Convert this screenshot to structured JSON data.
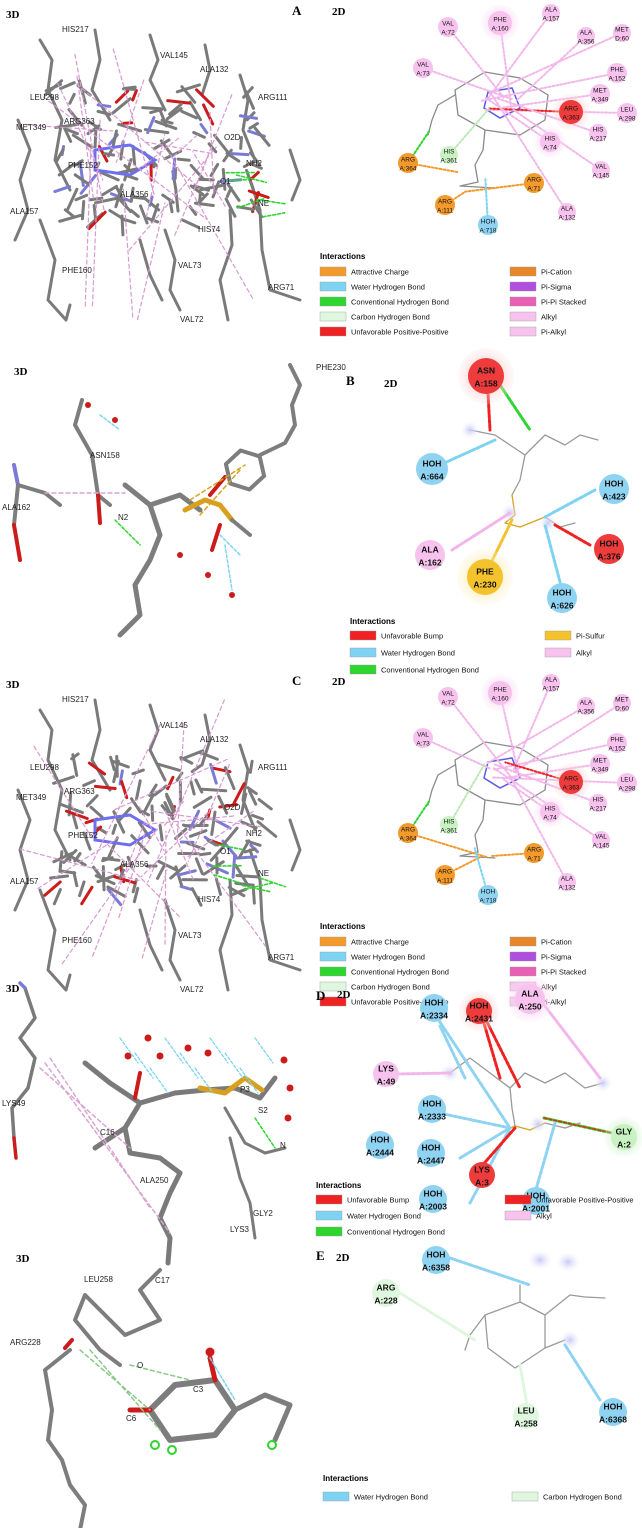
{
  "panels": {
    "A": {
      "letter": "A",
      "tag3d": "3D",
      "tag2d": "2D",
      "res3d": [
        "HIS217",
        "VAL145",
        "ALA132",
        "LEU298",
        "ARG363",
        "MET349",
        "ARG111",
        "PHE152",
        "O2D",
        "NH2",
        "ALA157",
        "ALA356",
        "HIS74",
        "PHE160",
        "VAL73",
        "VAL72",
        "ARG71",
        "NE",
        "O1"
      ],
      "res2d": [
        {
          "name": "VAL",
          "num": "A:72"
        },
        {
          "name": "PHE",
          "num": "A:160"
        },
        {
          "name": "ALA",
          "num": "A:157"
        },
        {
          "name": "ALA",
          "num": "A:356"
        },
        {
          "name": "MET",
          "num": "D:60"
        },
        {
          "name": "VAL",
          "num": "A:73"
        },
        {
          "name": "PHE",
          "num": "A:152"
        },
        {
          "name": "MET",
          "num": "A:349"
        },
        {
          "name": "LEU",
          "num": "A:298"
        },
        {
          "name": "ARG",
          "num": "A:363"
        },
        {
          "name": "HIS",
          "num": "A:74"
        },
        {
          "name": "HIS",
          "num": "A:217"
        },
        {
          "name": "VAL",
          "num": "A:145"
        },
        {
          "name": "HIS",
          "num": "A:361"
        },
        {
          "name": "ARG",
          "num": "A:364"
        },
        {
          "name": "ARG",
          "num": "A:71"
        },
        {
          "name": "ARG",
          "num": "A:111"
        },
        {
          "name": "ALA",
          "num": "A:132"
        },
        {
          "name": "HOH",
          "num": "A:718"
        }
      ],
      "legend_title": "Interactions",
      "legend": [
        {
          "label": "Attractive Charge",
          "color": "#f39a2c"
        },
        {
          "label": "Pi-Cation",
          "color": "#e8872a"
        },
        {
          "label": "Water Hydrogen Bond",
          "color": "#7fd3f2"
        },
        {
          "label": "Pi-Sigma",
          "color": "#b04ee0"
        },
        {
          "label": "Conventional Hydrogen Bond",
          "color": "#2fd52f"
        },
        {
          "label": "Pi-Pi Stacked",
          "color": "#e85fb4"
        },
        {
          "label": "Carbon Hydrogen Bond",
          "color": "#dff7de"
        },
        {
          "label": "Alkyl",
          "color": "#f7c3ee"
        },
        {
          "label": "Unfavorable Positive-Positive",
          "color": "#ee2222"
        },
        {
          "label": "Pi-Alkyl",
          "color": "#f7c3ee"
        }
      ]
    },
    "B": {
      "letter": "B",
      "tag3d": "3D",
      "tag2d": "2D",
      "res3d": [
        "PHE230",
        "ASN158",
        "ALA162",
        "N2"
      ],
      "res2d": [
        {
          "name": "ASN",
          "num": "A:158"
        },
        {
          "name": "HOH",
          "num": "A:664"
        },
        {
          "name": "HOH",
          "num": "A:423"
        },
        {
          "name": "ALA",
          "num": "A:162"
        },
        {
          "name": "HOH",
          "num": "A:376"
        },
        {
          "name": "PHE",
          "num": "A:230"
        },
        {
          "name": "HOH",
          "num": "A:626"
        }
      ],
      "legend_title": "Interactions",
      "legend": [
        {
          "label": "Unfavorable Bump",
          "color": "#ee2222"
        },
        {
          "label": "Pi-Sulfur",
          "color": "#f4c22c"
        },
        {
          "label": "Water Hydrogen Bond",
          "color": "#7fd3f2"
        },
        {
          "label": "Alkyl",
          "color": "#f7c3ee"
        },
        {
          "label": "Conventional Hydrogen Bond",
          "color": "#2fd52f"
        }
      ]
    },
    "C": {
      "letter": "C",
      "tag3d": "3D",
      "tag2d": "2D",
      "res3d": [
        "HIS217",
        "VAL145",
        "ALA132",
        "LEU298",
        "ARG363",
        "MET349",
        "ARG111",
        "PHE152",
        "O2D",
        "NH2",
        "ALA157",
        "ALA356",
        "HIS74",
        "PHE160",
        "VAL73",
        "VAL72",
        "ARG71",
        "NE",
        "O1"
      ],
      "res2d": [
        {
          "name": "VAL",
          "num": "A:72"
        },
        {
          "name": "PHE",
          "num": "A:160"
        },
        {
          "name": "ALA",
          "num": "A:157"
        },
        {
          "name": "ALA",
          "num": "A:356"
        },
        {
          "name": "MET",
          "num": "D:60"
        },
        {
          "name": "VAL",
          "num": "A:73"
        },
        {
          "name": "PHE",
          "num": "A:152"
        },
        {
          "name": "MET",
          "num": "A:349"
        },
        {
          "name": "LEU",
          "num": "A:298"
        },
        {
          "name": "ARG",
          "num": "A:363"
        },
        {
          "name": "HIS",
          "num": "A:74"
        },
        {
          "name": "HIS",
          "num": "A:217"
        },
        {
          "name": "VAL",
          "num": "A:145"
        },
        {
          "name": "HIS",
          "num": "A:361"
        },
        {
          "name": "ARG",
          "num": "A:364"
        },
        {
          "name": "ARG",
          "num": "A:71"
        },
        {
          "name": "ARG",
          "num": "A:111"
        },
        {
          "name": "ALA",
          "num": "A:132"
        },
        {
          "name": "HOH",
          "num": "A:718"
        }
      ],
      "legend_title": "Interactions",
      "legend": [
        {
          "label": "Attractive Charge",
          "color": "#f39a2c"
        },
        {
          "label": "Pi-Cation",
          "color": "#e8872a"
        },
        {
          "label": "Water Hydrogen Bond",
          "color": "#7fd3f2"
        },
        {
          "label": "Pi-Sigma",
          "color": "#b04ee0"
        },
        {
          "label": "Conventional Hydrogen Bond",
          "color": "#2fd52f"
        },
        {
          "label": "Pi-Pi Stacked",
          "color": "#e85fb4"
        },
        {
          "label": "Carbon Hydrogen Bond",
          "color": "#dff7de"
        },
        {
          "label": "Alkyl",
          "color": "#f7c3ee"
        },
        {
          "label": "Unfavorable Positive-Positive",
          "color": "#ee2222"
        },
        {
          "label": "Pi-Alkyl",
          "color": "#f7c3ee"
        }
      ]
    },
    "D": {
      "letter": "D",
      "tag3d": "3D",
      "tag2d": "2D",
      "res3d": [
        "LYS49",
        "C16",
        "ALA250",
        "P3",
        "S2",
        "N",
        "GLY2",
        "LYS3",
        "C17"
      ],
      "res2d": [
        {
          "name": "HOH",
          "num": "A:2334"
        },
        {
          "name": "HOH",
          "num": "A:2431"
        },
        {
          "name": "ALA",
          "num": "A:250"
        },
        {
          "name": "LYS",
          "num": "A:49"
        },
        {
          "name": "HOH",
          "num": "A:2333"
        },
        {
          "name": "HOH",
          "num": "A:2444"
        },
        {
          "name": "GLY",
          "num": "A:2"
        },
        {
          "name": "HOH",
          "num": "A:2447"
        },
        {
          "name": "LYS",
          "num": "A:3"
        },
        {
          "name": "HOH",
          "num": "A:2003"
        },
        {
          "name": "HOH",
          "num": "A:2001"
        }
      ],
      "legend_title": "Interactions",
      "legend": [
        {
          "label": "Unfavorable Bump",
          "color": "#ee2222"
        },
        {
          "label": "Unfavorable Positive-Positive",
          "color": "#ee2222"
        },
        {
          "label": "Water Hydrogen Bond",
          "color": "#7fd3f2"
        },
        {
          "label": "Alkyl",
          "color": "#f7c3ee"
        },
        {
          "label": "Conventional Hydrogen Bond",
          "color": "#2fd52f"
        }
      ]
    },
    "E": {
      "letter": "E",
      "tag3d": "3D",
      "tag2d": "2D",
      "res3d": [
        "LEU258",
        "ARG228",
        "C3",
        "C6",
        "O"
      ],
      "res2d": [
        {
          "name": "HOH",
          "num": "A:6358"
        },
        {
          "name": "ARG",
          "num": "A:228"
        },
        {
          "name": "LEU",
          "num": "A:258"
        },
        {
          "name": "HOH",
          "num": "A:6368"
        }
      ],
      "legend_title": "Interactions",
      "legend": [
        {
          "label": "Water Hydrogen Bond",
          "color": "#7fd3f2"
        },
        {
          "label": "Carbon Hydrogen Bond",
          "color": "#dff7de"
        }
      ]
    }
  },
  "colors": {
    "bubble_pink": "#f7c3ee",
    "bubble_orange": "#f39a2c",
    "bubble_green": "#c9f2c2",
    "bubble_blue": "#8fd3f2",
    "bubble_red": "#ee3b3b",
    "bubble_yellow": "#f4c22c",
    "stick_gray": "#7a7a7a",
    "nitrogen_blue": "#7b7bd6",
    "oxygen_red": "#cc1b1b"
  }
}
